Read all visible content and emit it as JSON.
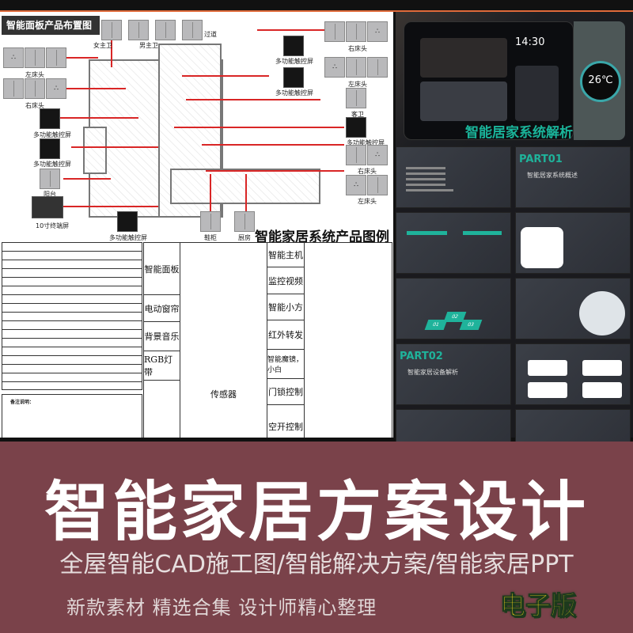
{
  "cad_layout": {
    "title": "智能面板产品布置图",
    "labels": [
      "女主卫",
      "男主卫",
      "过道",
      "左床头",
      "右床头",
      "多功能触控屏",
      "多功能触控屏",
      "多功能触控屏",
      "阳台",
      "10寸终端屏",
      "多功能触控屏",
      "鞋柜",
      "厨房",
      "右床头",
      "多功能触控屏",
      "左床头",
      "多功能触控屏",
      "客卫",
      "多功能触控屏",
      "右床头",
      "左床头"
    ]
  },
  "legend": {
    "title": "智能家居系统产品图例",
    "categories_left": [
      "智能面板",
      "电动窗帘",
      "背景音乐",
      "RGB灯带"
    ],
    "categories_mid": [
      "传感器"
    ],
    "categories_right": [
      "智能主机",
      "监控视频",
      "智能小方",
      "红外转发",
      "智能魔镜，小白",
      "门锁控制",
      "空开控制"
    ],
    "notes_title": "备注说明："
  },
  "ppt": {
    "hero_title": "智能居家系统解析",
    "clock": "14:30",
    "temperature": "26℃",
    "part1": "PART01",
    "part1_sub": "智能居家系统概述",
    "part2": "PART02",
    "part2_sub": "智能家居设备解析",
    "diamonds": [
      "01",
      "02",
      "03"
    ],
    "accent": "#1fb39b"
  },
  "banner": {
    "title": "智能家居方案设计",
    "subtitle": "全屋智能CAD施工图/智能解决方案/智能家居PPT",
    "tagline": "新款素材  精选合集 设计师精心整理",
    "edition": "电子版",
    "bg": "#7a424a",
    "edition_color": "#f3d21b"
  }
}
